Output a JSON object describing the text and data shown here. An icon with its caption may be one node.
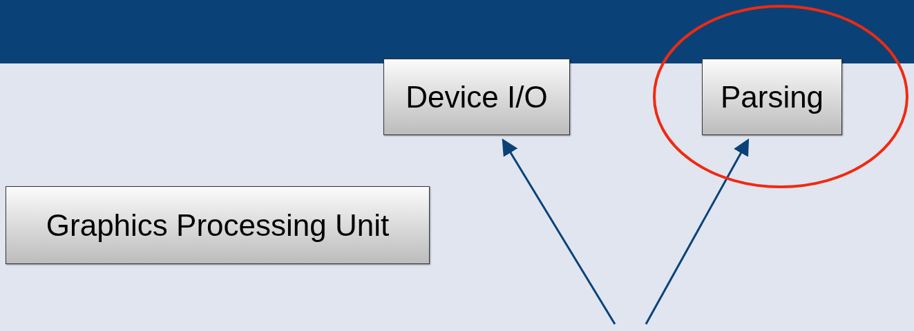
{
  "diagram": {
    "nodes": [
      {
        "text": [
          "Device I/O"
        ]
      },
      {
        "text": [
          "Parsing"
        ]
      },
      {
        "text": [
          "Graphics Processing Unit"
        ]
      }
    ],
    "edges": [
      {
        "from": null,
        "to": 0,
        "arrow": "to"
      },
      {
        "from": null,
        "to": 1,
        "arrow": "to"
      }
    ]
  }
}
